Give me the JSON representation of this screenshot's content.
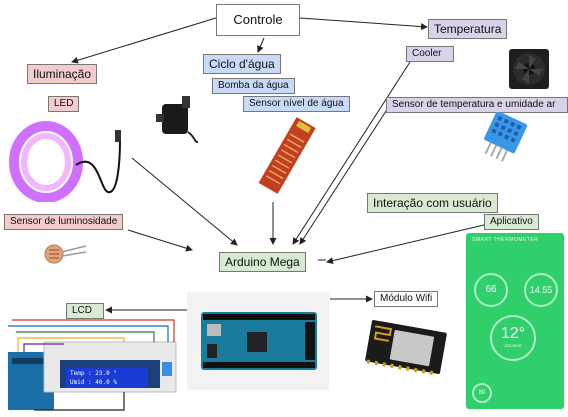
{
  "nodes": {
    "controle": "Controle",
    "iluminacao": "Iluminação",
    "ciclo_agua": "Ciclo d'água",
    "temperatura": "Temperatura",
    "led": "LED",
    "bomba": "Bomba da água",
    "sensor_nivel": "Sensor nível de água",
    "cooler": "Cooler",
    "sensor_temp": "Sensor de temperatura e umidade ar",
    "sensor_lum": "Sensor de luminosidade",
    "interacao": "Interação com usuário",
    "aplicativo": "Aplicativo",
    "arduino": "Arduino Mega",
    "lcd": "LCD",
    "wifi": "Módulo Wifi"
  },
  "lcd_screen": {
    "line1": "Temp : 23.0 °",
    "line2": "Umid : 40.0 %"
  },
  "app_screen": {
    "header": "SMART THERMOMETER",
    "left_value": "66",
    "right_value": "14.55",
    "center_value": "12°",
    "center_unit": "CELSIUS",
    "bottom_value": "80"
  }
}
